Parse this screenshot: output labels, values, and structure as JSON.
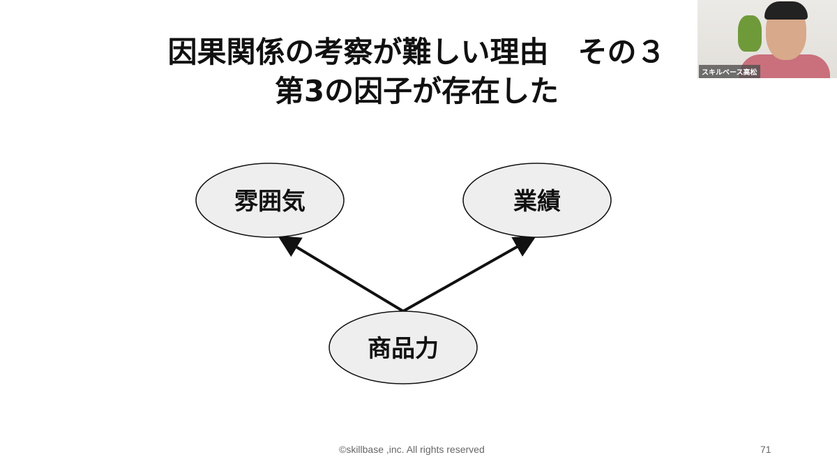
{
  "slide": {
    "title_line1": "因果関係の考察が難しい理由　その３",
    "title_line2": "第3の因子が存在した",
    "nodes": {
      "left": "雰囲気",
      "right": "業績",
      "bottom": "商品力"
    },
    "footer": "©skillbase ,inc. All rights reserved",
    "page_number": "71"
  },
  "video": {
    "participant_name": "スキルベース高松"
  }
}
